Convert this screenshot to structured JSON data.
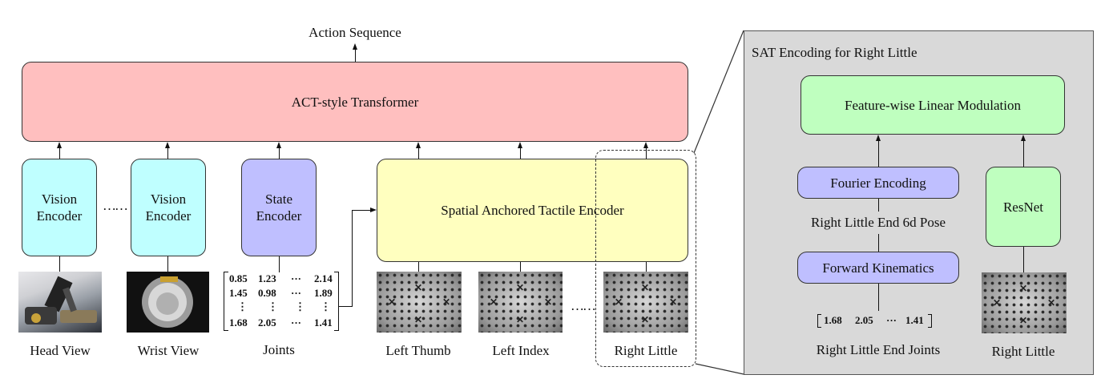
{
  "output_label": "Action Sequence",
  "transformer": {
    "label": "ACT-style Transformer"
  },
  "encoders": {
    "vision1": "Vision Encoder",
    "vision2": "Vision Encoder",
    "state": "State Encoder",
    "sat": "Spatial Anchored Tactile Encoder"
  },
  "inputs": {
    "head": "Head View",
    "wrist": "Wrist View",
    "joints": "Joints",
    "left_thumb": "Left Thumb",
    "left_index": "Left Index",
    "right_little": "Right Little"
  },
  "joints_matrix": {
    "rows": [
      [
        "0.85",
        "1.23",
        "···",
        "2.14"
      ],
      [
        "1.45",
        "0.98",
        "···",
        "1.89"
      ],
      [
        "⋮",
        "⋮",
        "⋮",
        "⋮"
      ],
      [
        "1.68",
        "2.05",
        "···",
        "1.41"
      ]
    ]
  },
  "ellipsis": {
    "vision": "……",
    "tactile": "……"
  },
  "panel": {
    "title": "SAT Encoding for Right Little",
    "film": "Feature-wise Linear Modulation",
    "fourier": "Fourier Encoding",
    "pose": "Right Little End 6d Pose",
    "fk": "Forward Kinematics",
    "end_joints_vector": [
      "1.68",
      "2.05",
      "···",
      "1.41"
    ],
    "end_joints_label": "Right Little End Joints",
    "resnet": "ResNet",
    "resnet_input": "Right Little"
  },
  "colors": {
    "transformer": "#ffbfbf",
    "vision": "#bfffff",
    "state": "#bfbfff",
    "sat": "#ffffbf",
    "panel_bg": "#d9d9d9",
    "panel_box": "#bfffbf"
  }
}
